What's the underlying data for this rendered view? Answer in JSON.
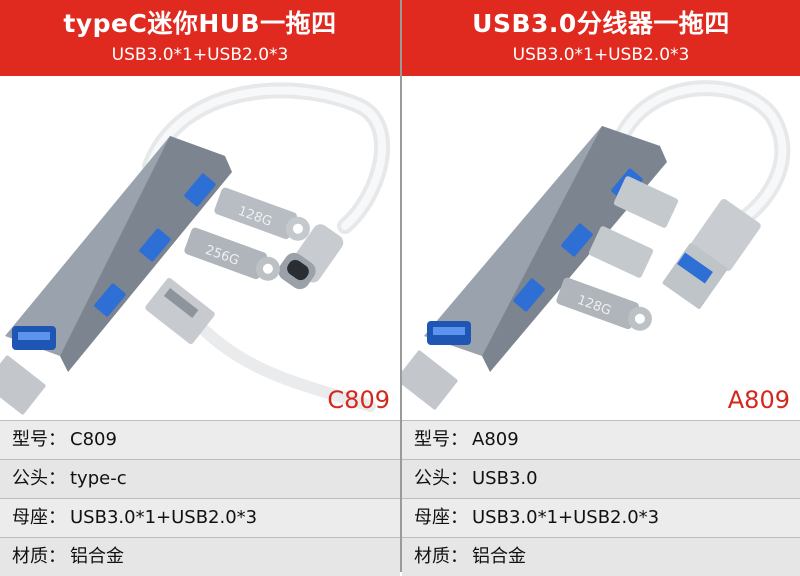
{
  "left": {
    "title": "typeC迷你HUB一拖四",
    "subtitle": "USB3.0*1+USB2.0*3",
    "model_tag": "C809",
    "drive_labels": [
      "128G",
      "256G"
    ],
    "specs": [
      {
        "label": "型号：",
        "value": "C809"
      },
      {
        "label": "公头：",
        "value": "type-c"
      },
      {
        "label": "母座：",
        "value": "USB3.0*1+USB2.0*3"
      },
      {
        "label": "材质：",
        "value": "铝合金"
      }
    ]
  },
  "right": {
    "title": "USB3.0分线器一拖四",
    "subtitle": "USB3.0*1+USB2.0*3",
    "model_tag": "A809",
    "drive_labels": [
      "128G"
    ],
    "specs": [
      {
        "label": "型号：",
        "value": "A809"
      },
      {
        "label": "公头：",
        "value": "USB3.0"
      },
      {
        "label": "母座：",
        "value": "USB3.0*1+USB2.0*3"
      },
      {
        "label": "材质：",
        "value": "铝合金"
      }
    ]
  },
  "colors": {
    "header_red": "#e02a20",
    "tag_red": "#d4281e",
    "aluminium_gray": "#9aa3ad",
    "port_blue": "#2e6fd6"
  }
}
